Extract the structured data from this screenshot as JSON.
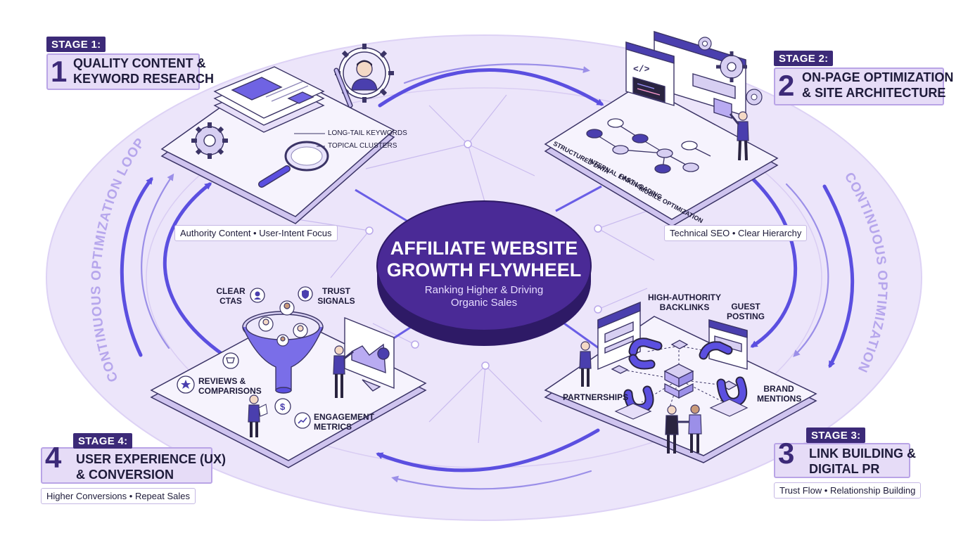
{
  "hub": {
    "title_line1": "AFFILIATE WEBSITE",
    "title_line2": "GROWTH FLYWHEEL",
    "subtitle_line1": "Ranking Higher & Driving",
    "subtitle_line2": "Organic Sales"
  },
  "loop_label": "CONTINUOUS OPTIMIZATION LOOP",
  "stages": [
    {
      "tag": "STAGE 1:",
      "number": "1",
      "title_line1": "QUALITY CONTENT &",
      "title_line2": "KEYWORD RESEARCH",
      "tagline": "Authority Content • User-Intent Focus",
      "labels": [
        "LONG-TAIL KEYWORDS",
        "TOPICAL CLUSTERS"
      ]
    },
    {
      "tag": "STAGE 2:",
      "number": "2",
      "title_line1": "ON-PAGE OPTIMIZATION",
      "title_line2": "& SITE ARCHITECTURE",
      "tagline": "Technical SEO • Clear Hierarchy",
      "labels": [
        "STRUCTURED DATA",
        "INTERNAL LINKING",
        "FAST LOADING",
        "MOBILE OPTIMIZATION"
      ]
    },
    {
      "tag": "STAGE 3:",
      "number": "3",
      "title_line1": "LINK BUILDING &",
      "title_line2": "DIGITAL PR",
      "tagline": "Trust Flow • Relationship Building",
      "labels": [
        "HIGH-AUTHORITY BACKLINKS",
        "GUEST POSTING",
        "PARTNERSHIPS",
        "BRAND MENTIONS"
      ]
    },
    {
      "tag": "STAGE 4:",
      "number": "4",
      "title_line1": "USER EXPERIENCE (UX)",
      "title_line2": "& CONVERSION",
      "tagline": "Higher Conversions • Repeat Sales",
      "labels": [
        "CLEAR CTAs",
        "TRUST SIGNALS",
        "REVIEWS & COMPARISONS",
        "ENGAGEMENT METRICS"
      ]
    }
  ],
  "colors": {
    "ellipse_fill": "#ece5fa",
    "arrow": "#5b4fe0",
    "hub": "#4a2a96",
    "tag_bg": "#3c2a78",
    "stage_box": "#e6dcf7",
    "platform": "#f6f3fd"
  },
  "icons": [
    "document-icon",
    "magnifier-icon",
    "gear-icon",
    "person-icon",
    "code-window-icon",
    "sitemap-icon",
    "magnet-icon",
    "handshake-icon",
    "funnel-icon",
    "dashboard-icon",
    "cart-icon",
    "star-icon",
    "dollar-icon",
    "shield-icon"
  ]
}
